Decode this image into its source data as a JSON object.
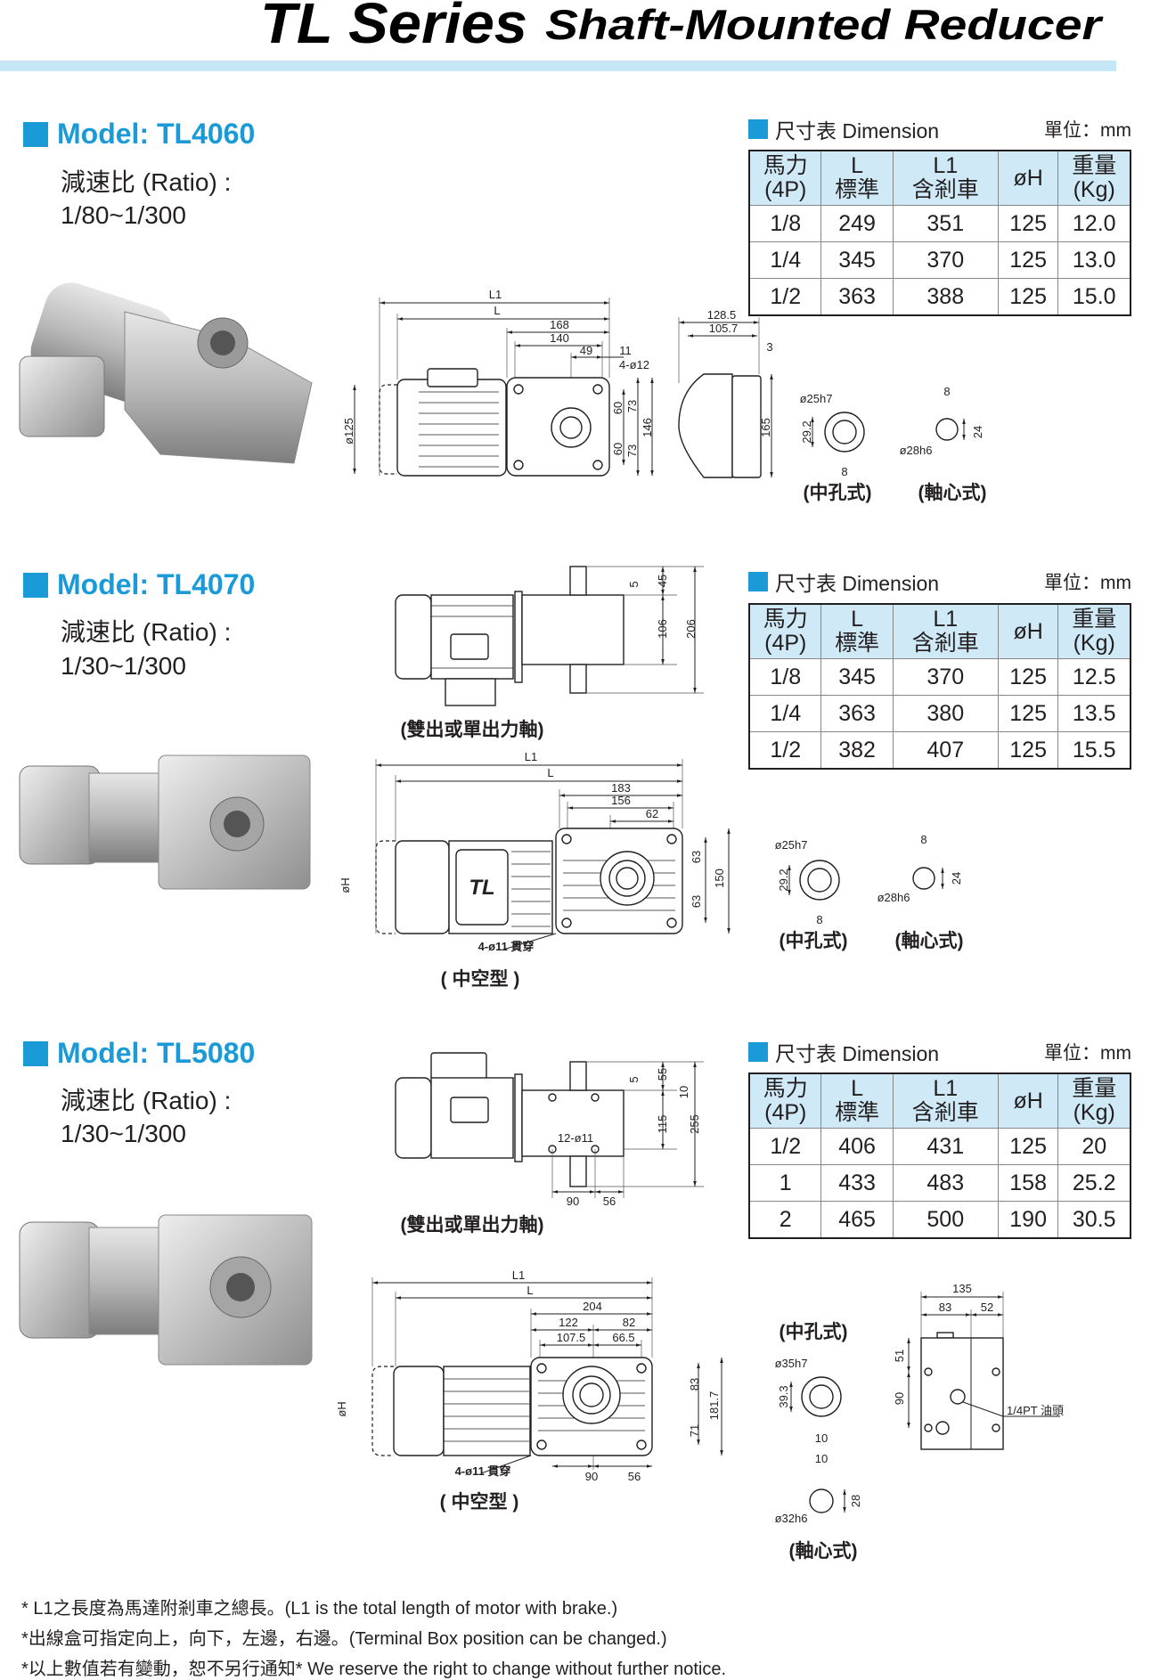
{
  "header": {
    "title_main": "TL Series",
    "title_sub": "Shaft-Mounted Reducer"
  },
  "colors": {
    "accent": "#1a9ad6",
    "bar": "#c5e6f7",
    "table_header": "#cfe9f7"
  },
  "table_headers": [
    {
      "l1": "馬力",
      "l2": "(4P)"
    },
    {
      "l1": "L",
      "l2": "標準"
    },
    {
      "l1": "L1",
      "l2": "含剎車"
    },
    {
      "l1": "øH",
      "l2": ""
    },
    {
      "l1": "重量",
      "l2": "(Kg)"
    }
  ],
  "sections": [
    {
      "model": "Model: TL4060",
      "ratio_label": "減速比 (Ratio) :",
      "ratio_value": "1/80~1/300",
      "dim_title": "尺寸表 Dimension",
      "unit": "單位：mm",
      "rows": [
        [
          "1/8",
          "249",
          "351",
          "125",
          "12.0"
        ],
        [
          "1/4",
          "345",
          "370",
          "125",
          "13.0"
        ],
        [
          "1/2",
          "363",
          "388",
          "125",
          "15.0"
        ]
      ],
      "labels": [
        "L1",
        "L",
        "168",
        "140",
        "49",
        "11",
        "4-ø12",
        "ø125",
        "60",
        "73",
        "146",
        "60",
        "73",
        "128.5",
        "105.7",
        "3",
        "165",
        "ø25h7",
        "29.2",
        "8",
        "(中孔式)",
        "8",
        "24",
        "ø28h6",
        "(軸心式)"
      ]
    },
    {
      "model": "Model: TL4070",
      "ratio_label": "減速比 (Ratio) :",
      "ratio_value": "1/30~1/300",
      "dim_title": "尺寸表 Dimension",
      "unit": "單位：mm",
      "rows": [
        [
          "1/8",
          "345",
          "370",
          "125",
          "12.5"
        ],
        [
          "1/4",
          "363",
          "380",
          "125",
          "13.5"
        ],
        [
          "1/2",
          "382",
          "407",
          "125",
          "15.5"
        ]
      ],
      "labels": [
        "5",
        "45",
        "106",
        "206",
        "(雙出或單出力軸)",
        "L1",
        "L",
        "183",
        "156",
        "62",
        "63",
        "63",
        "150",
        "øH",
        "4-ø11 貫穿",
        "( 中空型 )",
        "ø25h7",
        "29.2",
        "8",
        "(中孔式)",
        "8",
        "24",
        "ø28h6",
        "(軸心式)"
      ]
    },
    {
      "model": "Model: TL5080",
      "ratio_label": "減速比 (Ratio) :",
      "ratio_value": "1/30~1/300",
      "dim_title": "尺寸表 Dimension",
      "unit": "單位：mm",
      "rows": [
        [
          "1/2",
          "406",
          "431",
          "125",
          "20"
        ],
        [
          "1",
          "433",
          "483",
          "158",
          "25.2"
        ],
        [
          "2",
          "465",
          "500",
          "190",
          "30.5"
        ]
      ],
      "labels": [
        "5",
        "55",
        "10",
        "115",
        "255",
        "12-ø11",
        "90",
        "56",
        "(雙出或單出力軸)",
        "L1",
        "L",
        "204",
        "122",
        "82",
        "107.5",
        "66.5",
        "83",
        "71",
        "181.7",
        "øH",
        "4-ø11 貫穿",
        "90",
        "56",
        "( 中空型 )",
        "(中孔式)",
        "ø35h7",
        "39.3",
        "10",
        "10",
        "28",
        "ø32h6",
        "(軸心式)",
        "135",
        "83",
        "52",
        "51",
        "90",
        "1/4PT 油頭"
      ]
    }
  ],
  "notes": [
    "* L1之長度為馬達附剎車之總長。(L1 is the total length of motor with brake.)",
    "*出線盒可指定向上，向下，左邊，右邊。(Terminal Box position can be changed.)",
    "*以上數值若有變動，恕不另行通知*   We reserve the right to change without further notice."
  ]
}
